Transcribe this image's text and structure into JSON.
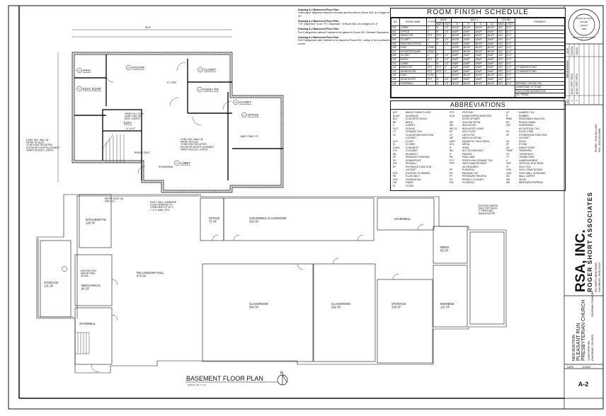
{
  "notes": [
    {
      "heading": "Drawing A-2 Basement Floor Plan",
      "text": "Toilet paper dispenser between the sink and the toilet in Room 003, at a height of 30\"."
    },
    {
      "heading": "Drawing A-2 Basement Floor Plan",
      "text": "\"T.P. Dispenser\" to be \"P.T. Dispenser\" in Room 005, at a height of 5'-0\""
    },
    {
      "heading": "Drawing A-2 Basement Floor Plan",
      "text": "Fire Extinguisher without Cabinet to be placed in Room 007, Elevator Equipment."
    },
    {
      "heading": "Drawing A-2 Basement Floor Plan",
      "text": "Fire Extinguisher with Cabinet to be placed in Room 001, Lobby, in the southwest corner."
    }
  ],
  "room_finish_schedule": {
    "title": "ROOM FINISH SCHEDULE",
    "group_headers": {
      "base": "BASE",
      "walls": "WALLS",
      "ceiling": "CEILING",
      "remarks": "REMARKS"
    },
    "columns": [
      "NO.",
      "ROOM NAME",
      "FLOOR",
      "MAT'L",
      "HGT.",
      "N",
      "E",
      "S",
      "W",
      "MAT'L",
      "HGT."
    ],
    "rows": [
      [
        "001",
        "LOBBY",
        "C",
        "R",
        "2.5\"",
        "BLK/P",
        "BLK/P",
        "BLK/P",
        "BLK/P",
        "SAT",
        "8'-0\"",
        ""
      ],
      [
        "002",
        "OFFICE",
        "C",
        "R",
        "2.5\"",
        "DW/P",
        "DW/P",
        "DW/P",
        "DW/P",
        "SAT",
        "8'-0\"",
        ""
      ],
      [
        "003",
        "FAMILY RR",
        "PCT",
        "PCT",
        "4\"",
        "BLK/P",
        "BLK/P",
        "BLK/P",
        "BLK/P",
        "SAT",
        "8'-0\"",
        ""
      ],
      [
        "004",
        "CLOSET",
        "C",
        "R",
        "2.5\"",
        "BLK/P",
        "DW/P",
        "DW/P",
        "DW/P",
        "SAT",
        "8'-0\"",
        ""
      ],
      [
        "005",
        "PASTOR'S OFFICE",
        "C",
        "R",
        "2.5\"",
        "DW/P",
        "DW/P",
        "BLK/P",
        "DW/P",
        "SAT",
        "8'-0\"",
        ""
      ],
      [
        "006",
        "HVAC",
        "CONC",
        "-",
        "-",
        "BLK/P",
        "BLK/P",
        "BLK/P",
        "BLK/P",
        "SAT",
        "8'-0\"",
        ""
      ],
      [
        "007",
        "ELEVATOR EQUIP.",
        "CONC",
        "-",
        "-",
        "BLK/P",
        "BLK/P",
        "BLK/P",
        "BLK/P",
        "DW",
        "8'-0\"",
        ""
      ],
      [
        "008",
        "CLOSET",
        "C",
        "R",
        "2.5\"",
        "DW/P",
        "DW/P",
        "DW/P",
        "DW/P",
        "SAT",
        "8'-0\"",
        ""
      ],
      [
        "100",
        "ENTRY",
        "PCT",
        "R",
        "2.5\"",
        "DW/P",
        "DW/P",
        "DW/P",
        "DW/P",
        "SAT",
        "8'-0\"",
        ""
      ],
      [
        "101",
        "LOBBY",
        "C",
        "R",
        "2.5\"",
        "DW/P",
        "DW/P",
        "DW/P",
        "DW/P",
        "SAT",
        "8'-0\"",
        ""
      ],
      [
        "102",
        "MEN'S RR",
        "PCT",
        "PCT",
        "4\"",
        "DW/P",
        "DW/P",
        "DW/P",
        "DW/P",
        "SAT",
        "8'-0\"",
        "CT WAINSCOTING"
      ],
      [
        "103",
        "WOMEN'S RR",
        "PCT",
        "PCT",
        "4\"",
        "DW/P",
        "DW/P",
        "DW/P",
        "DW/P",
        "SAT",
        "8'-0\"",
        "CT WAINSCOTING"
      ],
      [
        "104",
        "HVAC",
        "CONC",
        "-",
        "-",
        "BLK/P",
        "BLK/P",
        "BLK/P",
        "BLK/P",
        "SAT",
        "8'-0\"",
        ""
      ],
      [
        "105",
        "REAR ENTRY",
        "PCT",
        "R",
        "2.5\"",
        "DW/P",
        "DW/P",
        "DW/P",
        "DW/P",
        "SAT",
        "8'-0\"",
        ""
      ],
      [
        "106",
        "STAIRWELL",
        "C",
        "R",
        "2.5\"",
        "BLK/P",
        "BLK/P",
        "BLK/P",
        "BLK/P",
        "SAT",
        "8'-0\"",
        "DRYWALL CEILING ON"
      ]
    ],
    "remarks_continued": [
      "UNDERSIDE OF STAIR,",
      "VINYL STAIR NOSINGS ON",
      "EA. TREAD."
    ]
  },
  "abbreviations": {
    "title": "ABBREVIATIONS",
    "columns": [
      [
        [
          "AFF",
          "ABOVE FINISH FLOOR"
        ],
        [
          "ALUM",
          "ALUMINUM"
        ],
        [
          "BLK",
          "CONCRETE BLOCK"
        ],
        [
          "BR",
          "BRICK"
        ],
        [
          "C",
          "CARPET"
        ],
        [
          "CLG",
          "CEILING"
        ],
        [
          "CT",
          "CERAMIC TILE"
        ],
        [
          "CF",
          "CLASSROOM FUNCTION"
        ],
        [
          "",
          "LOCKSET"
        ],
        [
          "CLR",
          "CLEAR"
        ],
        [
          "CL",
          "CLOSER"
        ],
        [
          "CONC",
          "CONCRETE"
        ],
        [
          "CYL",
          "CYLINDER"
        ],
        [
          "DB",
          "DEADBOLT"
        ],
        [
          "DF",
          "DRINKING FOUNTAIN"
        ],
        [
          "DS",
          "DOWNSPOUT"
        ],
        [
          "DW",
          "DRYWALL"
        ],
        [
          "EF",
          "ENTRANCE FUNCTION"
        ],
        [
          "",
          "LOCKSET"
        ],
        [
          "ETR",
          "EXISTING TO REMAIN"
        ],
        [
          "FB",
          "FLUSH BOLT"
        ],
        [
          "FDN",
          "FOUNDATION"
        ],
        [
          "FIN",
          "FINISH"
        ],
        [
          "FL",
          "FLOOR"
        ]
      ],
      [
        [
          "FTG",
          "FOOTING"
        ],
        [
          "HCA",
          "HANDICAPPED ASSISTED"
        ],
        [
          "",
          "DOOR OPENER"
        ],
        [
          "HM",
          "HOLLOW METAL"
        ],
        [
          "INS",
          "INSULATION"
        ],
        [
          "INS GL",
          "INSULATED GLASS"
        ],
        [
          "KP",
          "KICK PLATE"
        ],
        [
          "LP",
          "LATCH PIN"
        ],
        [
          "ME",
          "MATCH EXISTING"
        ],
        [
          "MHO",
          "MAGNETIC HOLD-OPEN"
        ],
        [
          "MTL",
          "METAL"
        ],
        [
          "N",
          "NONE"
        ],
        [
          "NIC",
          "NOT IN CONTRACT"
        ],
        [
          "P",
          "PAINTED"
        ],
        [
          "PB",
          "PANIC BAR"
        ],
        [
          "PCT",
          "PORCELAIN CERAMIC TILE"
        ],
        [
          "PPR",
          "PATCH AND/OR PAINT"
        ],
        [
          "",
          "AS REQUIRED"
        ],
        [
          "PP",
          "PUSH/PULL"
        ],
        [
          "PS",
          "PASSAGE SET"
        ],
        [
          "PT",
          "PRESSURE TREATED"
        ],
        [
          "PV",
          "PRIVACY LOCKSET"
        ],
        [
          "PW",
          "PLYWOOD"
        ]
      ],
      [
        [
          "QT",
          "QUARRY TILE"
        ],
        [
          "R",
          "RUBBER"
        ],
        [
          "RMM",
          "REMOVABLE MULLION"
        ],
        [
          "RS",
          "ROUGH SAWN"
        ],
        [
          "SAT",
          "SUSPENDED"
        ],
        [
          "",
          "ACOUSTICAL TILE"
        ],
        [
          "SC",
          "SOLID CORE"
        ],
        [
          "SF",
          "STOREROOM FUNCTION"
        ],
        [
          "",
          "LOCKSET"
        ],
        [
          "SH",
          "SOON"
        ],
        [
          "ST",
          "STONE"
        ],
        [
          "SS",
          "SWEEP STRIP"
        ],
        [
          "TEMP",
          "TEMPERED"
        ],
        [
          "TH",
          "THRESHOLD"
        ],
        [
          "TT",
          "THUMB TURN"
        ],
        [
          "U",
          "UNDERLAYMENT"
        ],
        [
          "VRP",
          "VERTICAL ROD PANIC"
        ],
        [
          "VT",
          "VINYL TILE"
        ],
        [
          "VSN",
          "VINYL STAIR NOSING"
        ],
        [
          "VWC",
          "VINYL WALL COVERING"
        ],
        [
          "WC",
          "WALL CARPET"
        ],
        [
          "WD",
          "WOOD"
        ],
        [
          "WS",
          "WEATHERSTRIPPING"
        ]
      ]
    ]
  },
  "plan": {
    "title": "BASEMENT FLOOR PLAN",
    "scale": "SCALE: 1/4\" = 1'-0\"",
    "north_label": "N",
    "overall_dim": "55'-8\"",
    "new_rooms": [
      {
        "num": "006",
        "name": "HVAC"
      },
      {
        "num": "007",
        "name": "ELEV. EQUIP."
      },
      {
        "num": "005",
        "name": "PASTOR"
      },
      {
        "num": "004",
        "name": "CLOSET"
      },
      {
        "num": "003",
        "name": "FAMILY RR"
      },
      {
        "num": "008",
        "name": "CLOSET"
      },
      {
        "num": "002",
        "name": "OFFICE"
      },
      {
        "num": "",
        "name": "ELEV."
      },
      {
        "num": "001",
        "name": "LOBBY"
      }
    ],
    "existing_rooms": [
      {
        "name": "KITCHENETTE",
        "area": "126 SF"
      },
      {
        "name": "OFFICE",
        "area": "70 SF"
      },
      {
        "name": "CHILDRENS CLASSROOM",
        "area": "334 SF"
      },
      {
        "name": "STAIRWELL",
        "area": ""
      },
      {
        "name": "STORAGE",
        "area": "121 SF"
      },
      {
        "name": "MECHANICAL",
        "area": "90 SF"
      },
      {
        "name": "FELLOWSHIP HALL",
        "area": "873 SF"
      },
      {
        "name": "STAIRWELL",
        "area": ""
      },
      {
        "name": "CLASSROOM",
        "area": "564 SF"
      },
      {
        "name": "CLASSROOM",
        "area": "292 SF"
      },
      {
        "name": "STORAGE",
        "area": "228 SF"
      },
      {
        "name": "MENS",
        "area": "63 SF"
      },
      {
        "name": "WOMENS",
        "area": "110 SF"
      }
    ],
    "annotations": {
      "conc_wall_left": [
        "CONC. BLK. WALL @",
        "FRONT OF ELEV.",
        "TO BE ERECTED AFTER",
        "ELEVATOR DOOR PLACEMENT",
        "VERIFY W/ ELEV. CONTR."
      ],
      "conc_wall_right": [
        "CONC. BLK. WALL @",
        "FRONT OF ELEV.",
        "TO BE ERECTED AFTER",
        "ELEVATOR DOOR PLACEMENT",
        "VERIFY W/ ELEV. CONTR."
      ],
      "verify_shaft": [
        "VERIFY ALL ELEV.",
        "SHAFT DIM. W/",
        "ELEV. CONTR."
      ],
      "elev_dim": "11'-4 1/2\"",
      "handrail": "W/ HANDRAIL",
      "risers": "RISERS 23/32\"",
      "pt_disp": "P.T. DISP.",
      "baby_chng": "BABY CHNG. ST.",
      "refer_note": [
        "REFER NOTE ON",
        "DWG. A-1"
      ],
      "exist_wall": [
        "EXIST. WALL & WINDOW",
        "TO BE REMOVED TO",
        "FORM NEW 3'-0\" W. X",
        "7'-4\" H. MAS. OPG."
      ],
      "hot_water": [
        "EXISTING HOT",
        "WATER TANK -",
        "40 GAL."
      ],
      "water_valve": [
        "EXISTING WATER",
        "SHUT OFF VALVE -",
        "1\" PIPES AND",
        "WATER METER"
      ]
    }
  },
  "title_block": {
    "seal": [
      "STATE OF OHIO",
      "ROGER",
      "SHORT",
      "4809",
      "REGISTERED ARCHITECT"
    ],
    "revisions_title": "REVISIONS",
    "revisions_headers": {
      "no": "NO.",
      "date": "DATE"
    },
    "revisions": [
      {
        "no": "1",
        "desc": "BLDG. DEPT. REVS.",
        "date": "10/15/02"
      },
      {
        "no": "2",
        "desc": "BLDG. DEPT. REVS.",
        "date": "3/10/03"
      }
    ],
    "company": "RSA, INC.",
    "company_full": "ROGER SHORT ASSOCIATES",
    "address1": "951 NORTH BEND ROAD",
    "address2": "CINCINNATI, OHIO 45224",
    "phone": "PHONE:  (513) 681-4300",
    "fax": "FAX:  (513) 681-6888",
    "project1": "NEW ADDITION",
    "project2": "PLEASANT RUN",
    "project3": "PRESBYTERIAN CHURCH",
    "project_addr1": "11565 PIPPIN RD.",
    "project_addr2": "CINCINNATI, OH 45231",
    "township": "COLERAIN TOWNSHIP",
    "date_label": "DATE:",
    "date": "1/14/02",
    "sheet": "A-2"
  }
}
